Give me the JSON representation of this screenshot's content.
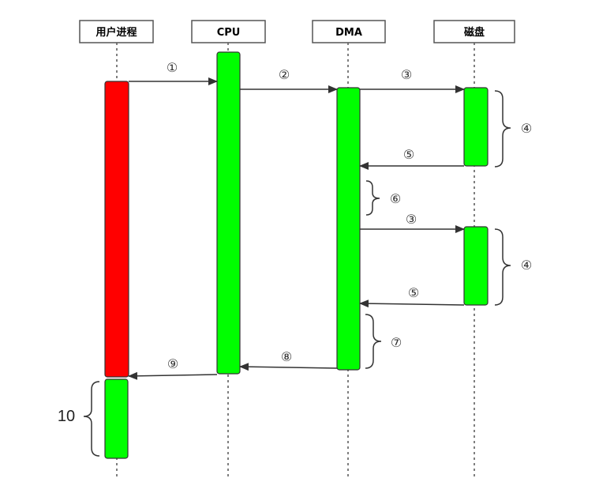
{
  "participants": {
    "user": "用户进程",
    "cpu": "CPU",
    "dma": "DMA",
    "disk": "磁盘"
  },
  "steps": {
    "s1": "①",
    "s2": "②",
    "s3a": "③",
    "s4a": "④",
    "s5a": "⑤",
    "s6": "⑥",
    "s3b": "③",
    "s4b": "④",
    "s5b": "⑤",
    "s7": "⑦",
    "s8": "⑧",
    "s9": "⑨",
    "s10": "10"
  },
  "colors": {
    "green": "#00ff00",
    "red": "#ff0000",
    "box_border": "#333333",
    "arrow": "#333333"
  }
}
